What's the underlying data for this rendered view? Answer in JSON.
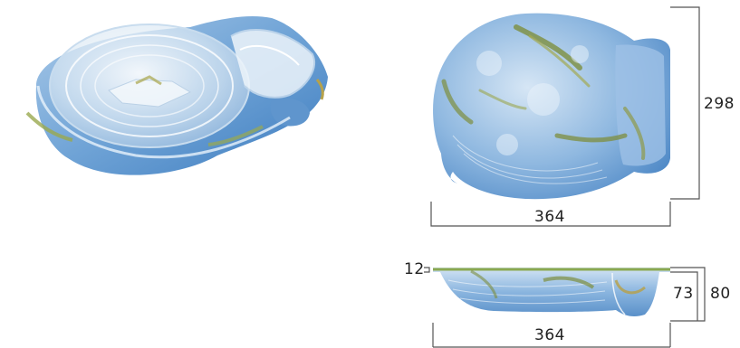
{
  "dimensions": {
    "top_width": "364",
    "top_depth": "298",
    "side_width": "364",
    "side_height_total": "80",
    "side_height_body": "73",
    "rim_thickness": "12"
  },
  "colors": {
    "tray_blue": "#6fa8dc",
    "tray_light": "#cfe2f3",
    "swirl_green": "#8a9a4a",
    "lid_clear": "#e8f1f8",
    "dim_line": "#555555"
  },
  "icons": {
    "perspective_photo": "tray-with-lid-photo",
    "top_view": "tray-top-view",
    "side_view": "tray-side-view"
  }
}
